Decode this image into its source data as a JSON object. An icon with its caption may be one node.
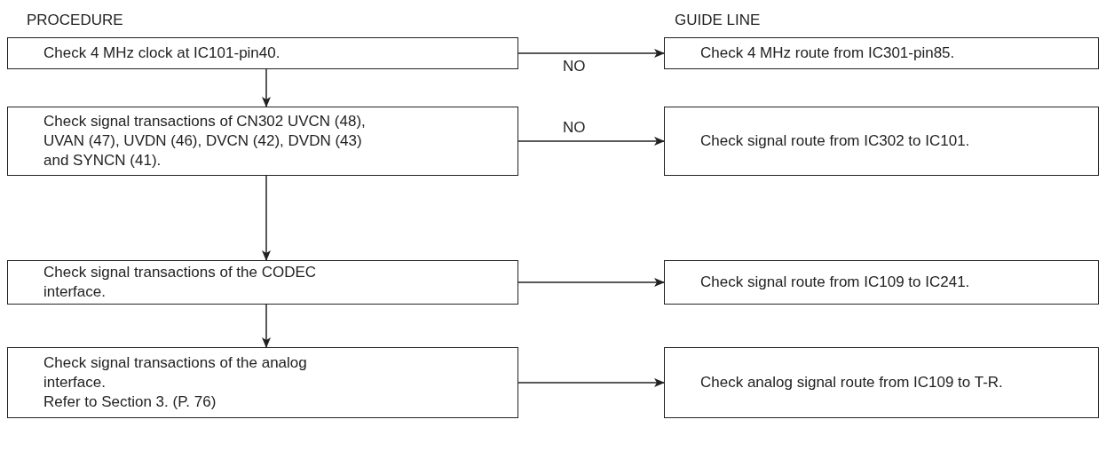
{
  "diagram": {
    "nodes": [
      {
        "text": [
          "Check 4 MHz clock at IC101-pin40."
        ]
      },
      {
        "text": [
          "Check 4 MHz route from IC301-pin85."
        ]
      },
      {
        "text": [
          "Check signal transactions of CN302 UVCN (48), UVAN (47), UVDN (46), DVCN (42), DVDN (43) and SYNCN (41)."
        ]
      },
      {
        "text": [
          "Check signal route from IC302 to IC101."
        ]
      },
      {
        "text": [
          "Check signal transactions of the CODEC interface."
        ]
      },
      {
        "text": [
          "Check signal route from IC109 to IC241."
        ]
      },
      {
        "text": [
          "Check signal transactions of the analog interface.",
          "Refer to Section 3. (P. 76)"
        ]
      },
      {
        "text": [
          "Check analog signal route from IC109 to T-R."
        ]
      }
    ],
    "edges": [
      {
        "from": 0,
        "to": 1,
        "arrow": "to",
        "label": "NO"
      },
      {
        "from": 0,
        "to": 2,
        "arrow": "to"
      },
      {
        "from": 2,
        "to": 3,
        "arrow": "to",
        "label": "NO"
      },
      {
        "from": 2,
        "to": 4,
        "arrow": "to"
      },
      {
        "from": 4,
        "to": 5,
        "arrow": "to"
      },
      {
        "from": 4,
        "to": 6,
        "arrow": "to"
      },
      {
        "from": 6,
        "to": 7,
        "arrow": "to"
      }
    ],
    "labels": [
      "PROCEDURE",
      "GUIDE LINE"
    ]
  }
}
